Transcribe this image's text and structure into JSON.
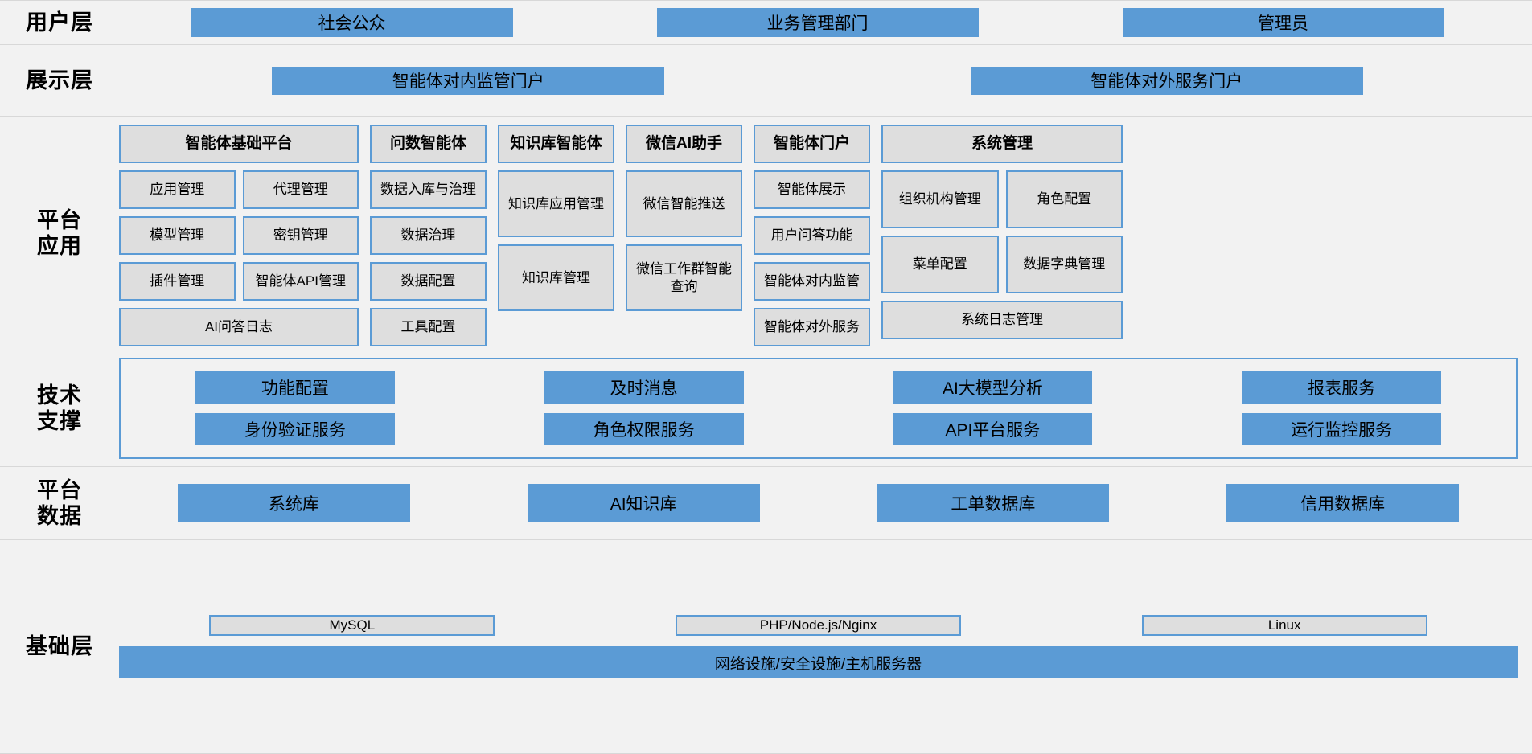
{
  "colors": {
    "accent_blue": "#5b9bd5",
    "box_grey": "#dedede",
    "band_grey": "#f2f2f2"
  },
  "layers": {
    "user": {
      "label": "用户层",
      "items": [
        "社会公众",
        "业务管理部门",
        "管理员"
      ]
    },
    "presentation": {
      "label": "展示层",
      "items": [
        "智能体对内监管门户",
        "智能体对外服务门户"
      ]
    },
    "platform_apps": {
      "label_line1": "平台",
      "label_line2": "应用",
      "columns": [
        {
          "title": "智能体基础平台",
          "rows": [
            [
              "应用管理",
              "代理管理"
            ],
            [
              "模型管理",
              "密钥管理"
            ],
            [
              "插件管理",
              "智能体API管理"
            ],
            [
              "AI问答日志"
            ]
          ]
        },
        {
          "title": "问数智能体",
          "rows": [
            [
              "数据入库与治理"
            ],
            [
              "数据治理"
            ],
            [
              "数据配置"
            ],
            [
              "工具配置"
            ]
          ]
        },
        {
          "title": "知识库智能体",
          "rows": [
            [
              "知识库应用管理"
            ],
            [
              "知识库管理"
            ]
          ]
        },
        {
          "title": "微信AI助手",
          "rows": [
            [
              "微信智能推送"
            ],
            [
              "微信工作群智能查询"
            ]
          ]
        },
        {
          "title": "智能体门户",
          "rows": [
            [
              "智能体展示"
            ],
            [
              "用户问答功能"
            ],
            [
              "智能体对内监管"
            ],
            [
              "智能体对外服务"
            ]
          ]
        },
        {
          "title": "系统管理",
          "rows": [
            [
              "组织机构管理",
              "角色配置"
            ],
            [
              "菜单配置",
              "数据字典管理"
            ],
            [
              "系统日志管理"
            ]
          ]
        }
      ]
    },
    "tech_support": {
      "label_line1": "技术",
      "label_line2": "支撑",
      "rows": [
        [
          "功能配置",
          "及时消息",
          "AI大模型分析",
          "报表服务"
        ],
        [
          "身份验证服务",
          "角色权限服务",
          "API平台服务",
          "运行监控服务"
        ]
      ]
    },
    "platform_data": {
      "label_line1": "平台",
      "label_line2": "数据",
      "items": [
        "系统库",
        "AI知识库",
        "工单数据库",
        "信用数据库"
      ]
    },
    "base": {
      "label": "基础层",
      "tech_items": [
        "MySQL",
        "PHP/Node.js/Nginx",
        "Linux"
      ],
      "infra": "网络设施/安全设施/主机服务器"
    }
  }
}
